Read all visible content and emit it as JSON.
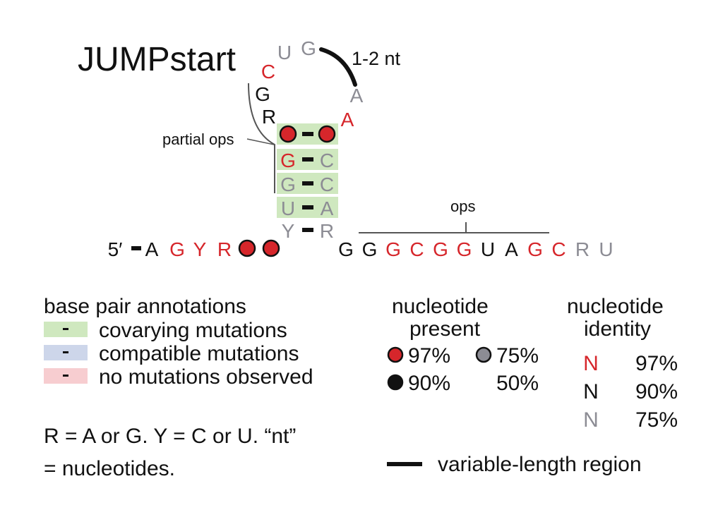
{
  "title": "JUMPstart",
  "colors": {
    "red": "#d6262b",
    "black": "#111111",
    "gray": "#8c8c94",
    "covary": "#cfe8bf",
    "compat": "#cdd6ea",
    "nomut": "#f7cdd0"
  },
  "structure": {
    "loop": {
      "bases": [
        {
          "t": "C",
          "c": "red"
        },
        {
          "t": "U",
          "c": "gray"
        },
        {
          "t": "G",
          "c": "gray"
        },
        {
          "t": "A",
          "c": "gray"
        },
        {
          "t": "A",
          "c": "red"
        },
        {
          "t": "G",
          "c": "black"
        },
        {
          "t": "R",
          "c": "black"
        }
      ],
      "variable_label": "1-2 nt"
    },
    "stem_pairs": [
      {
        "left": {
          "t": "",
          "c": "red"
        },
        "right": {
          "t": "",
          "c": "red"
        }
      },
      {
        "left": {
          "t": "G",
          "c": "red"
        },
        "right": {
          "t": "C",
          "c": "gray"
        }
      },
      {
        "left": {
          "t": "G",
          "c": "gray"
        },
        "right": {
          "t": "C",
          "c": "gray"
        }
      },
      {
        "left": {
          "t": "U",
          "c": "gray"
        },
        "right": {
          "t": "A",
          "c": "gray"
        }
      },
      {
        "left": {
          "t": "Y",
          "c": "gray"
        },
        "right": {
          "t": "R",
          "c": "gray"
        }
      }
    ],
    "five_prime": {
      "label": "5′",
      "bases": [
        {
          "t": "A",
          "c": "black"
        },
        {
          "t": "G",
          "c": "red"
        },
        {
          "t": "Y",
          "c": "red"
        },
        {
          "t": "R",
          "c": "red"
        }
      ]
    },
    "three_prime": [
      {
        "t": "G",
        "c": "black"
      },
      {
        "t": "G",
        "c": "black"
      },
      {
        "t": "G",
        "c": "red"
      },
      {
        "t": "C",
        "c": "red"
      },
      {
        "t": "G",
        "c": "red"
      },
      {
        "t": "G",
        "c": "red"
      },
      {
        "t": "U",
        "c": "black"
      },
      {
        "t": "A",
        "c": "black"
      },
      {
        "t": "G",
        "c": "red"
      },
      {
        "t": "C",
        "c": "red"
      },
      {
        "t": "R",
        "c": "gray"
      },
      {
        "t": "U",
        "c": "gray"
      }
    ],
    "partial_ops_label": "partial ops",
    "ops_label": "ops"
  },
  "legend": {
    "bp_title": "base pair annotations",
    "bp_items": [
      {
        "label": "covarying mutations",
        "color": "covary"
      },
      {
        "label": "compatible mutations",
        "color": "compat"
      },
      {
        "label": "no mutations observed",
        "color": "nomut"
      }
    ],
    "present_title_1": "nucleotide",
    "present_title_2": "present",
    "present_items": [
      {
        "label": "97%",
        "color": "red"
      },
      {
        "label": "75%",
        "color": "gray"
      },
      {
        "label": "90%",
        "color": "black"
      },
      {
        "label": "50%",
        "color": "none"
      }
    ],
    "identity_title_1": "nucleotide",
    "identity_title_2": "identity",
    "identity_items": [
      {
        "t": "N",
        "c": "red",
        "label": "97%"
      },
      {
        "t": "N",
        "c": "black",
        "label": "90%"
      },
      {
        "t": "N",
        "c": "gray",
        "label": "75%"
      }
    ],
    "abbrev_line1": "R = A or G. Y = C or U. “nt”",
    "abbrev_line2": "= nucleotides.",
    "variable_region_label": "variable-length region"
  }
}
